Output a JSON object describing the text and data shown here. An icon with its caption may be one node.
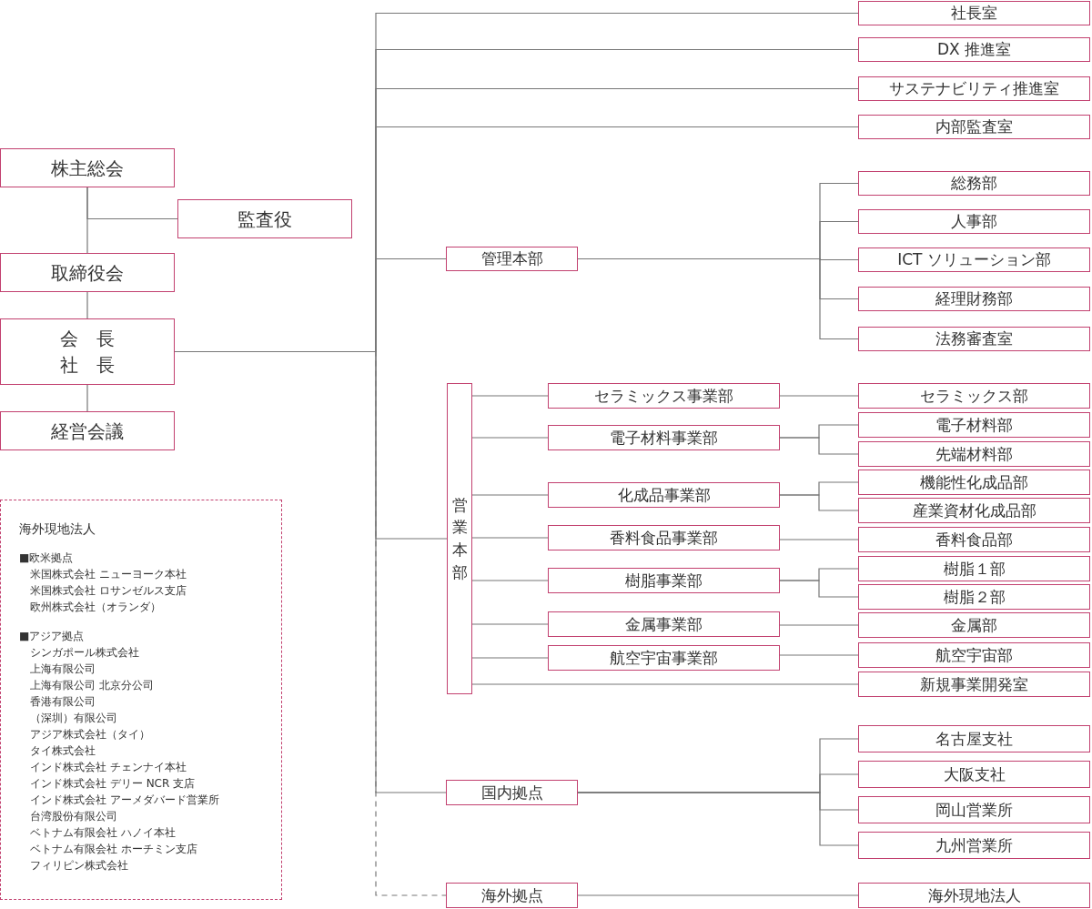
{
  "diagram": {
    "nodes": [
      {
        "text": [
          "株主総会"
        ]
      },
      {
        "text": [
          "監査役"
        ]
      },
      {
        "text": [
          "取締役会"
        ]
      },
      {
        "text": [
          "会　長",
          "社　長"
        ]
      },
      {
        "text": [
          "経営会議"
        ]
      },
      {
        "text": [
          "社長室"
        ]
      },
      {
        "text": [
          "DX 推進室"
        ]
      },
      {
        "text": [
          "サステナビリティ推進室"
        ]
      },
      {
        "text": [
          "内部監査室"
        ]
      },
      {
        "text": [
          "管理本部"
        ]
      },
      {
        "text": [
          "総務部"
        ]
      },
      {
        "text": [
          "人事部"
        ]
      },
      {
        "text": [
          "ICT ソリューション部"
        ]
      },
      {
        "text": [
          "経理財務部"
        ]
      },
      {
        "text": [
          "法務審査室"
        ]
      },
      {
        "text": [
          "営業本部"
        ]
      },
      {
        "text": [
          "セラミックス事業部"
        ]
      },
      {
        "text": [
          "電子材料事業部"
        ]
      },
      {
        "text": [
          "化成品事業部"
        ]
      },
      {
        "text": [
          "香料食品事業部"
        ]
      },
      {
        "text": [
          "樹脂事業部"
        ]
      },
      {
        "text": [
          "金属事業部"
        ]
      },
      {
        "text": [
          "航空宇宙事業部"
        ]
      },
      {
        "text": [
          "セラミックス部"
        ]
      },
      {
        "text": [
          "電子材料部"
        ]
      },
      {
        "text": [
          "先端材料部"
        ]
      },
      {
        "text": [
          "機能性化成品部"
        ]
      },
      {
        "text": [
          "産業資材化成品部"
        ]
      },
      {
        "text": [
          "香料食品部"
        ]
      },
      {
        "text": [
          "樹脂１部"
        ]
      },
      {
        "text": [
          "樹脂２部"
        ]
      },
      {
        "text": [
          "金属部"
        ]
      },
      {
        "text": [
          "航空宇宙部"
        ]
      },
      {
        "text": [
          "新規事業開発室"
        ]
      },
      {
        "text": [
          "国内拠点"
        ]
      },
      {
        "text": [
          "名古屋支社"
        ]
      },
      {
        "text": [
          "大阪支社"
        ]
      },
      {
        "text": [
          "岡山営業所"
        ]
      },
      {
        "text": [
          "九州営業所"
        ]
      },
      {
        "text": [
          "海外拠点"
        ]
      },
      {
        "text": [
          "海外現地法人"
        ]
      },
      {
        "text": [
          "海外現地法人",
          "■欧米拠点",
          "米国株式会社 ニューヨーク本社",
          "米国株式会社 ロサンゼルス支店",
          "欧州株式会社（オランダ）",
          "■アジア拠点",
          "シンガポール株式会社",
          "上海有限公司",
          "上海有限公司 北京分公司",
          "香港有限公司",
          "（深圳）有限公司",
          "アジア株式会社（タイ）",
          "タイ株式会社",
          "インド株式会社 チェンナイ本社",
          "インド株式会社 デリー NCR 支店",
          "インド株式会社 アーメダバード営業所",
          "台湾股份有限公司",
          "ベトナム有限会社 ハノイ本社",
          "ベトナム有限会社 ホーチミン支店",
          "フィリピン株式会社"
        ]
      }
    ],
    "edges": [
      {
        "from": 0,
        "to": 2,
        "arrow": "none"
      },
      {
        "from": 0,
        "to": 1,
        "arrow": "none"
      },
      {
        "from": 2,
        "to": 3,
        "arrow": "none"
      },
      {
        "from": 3,
        "to": 4,
        "arrow": "none"
      },
      {
        "from": 3,
        "to": 5,
        "arrow": "none"
      },
      {
        "from": 3,
        "to": 6,
        "arrow": "none"
      },
      {
        "from": 3,
        "to": 7,
        "arrow": "none"
      },
      {
        "from": 3,
        "to": 8,
        "arrow": "none"
      },
      {
        "from": 3,
        "to": 9,
        "arrow": "none"
      },
      {
        "from": 3,
        "to": 15,
        "arrow": "none"
      },
      {
        "from": 3,
        "to": 34,
        "arrow": "none"
      },
      {
        "from": 3,
        "to": 39,
        "arrow": "none",
        "style": "dashed"
      },
      {
        "from": 9,
        "to": 10,
        "arrow": "none"
      },
      {
        "from": 9,
        "to": 11,
        "arrow": "none"
      },
      {
        "from": 9,
        "to": 12,
        "arrow": "none"
      },
      {
        "from": 9,
        "to": 13,
        "arrow": "none"
      },
      {
        "from": 9,
        "to": 14,
        "arrow": "none"
      },
      {
        "from": 15,
        "to": 16,
        "arrow": "none"
      },
      {
        "from": 15,
        "to": 17,
        "arrow": "none"
      },
      {
        "from": 15,
        "to": 18,
        "arrow": "none"
      },
      {
        "from": 15,
        "to": 19,
        "arrow": "none"
      },
      {
        "from": 15,
        "to": 20,
        "arrow": "none"
      },
      {
        "from": 15,
        "to": 21,
        "arrow": "none"
      },
      {
        "from": 15,
        "to": 22,
        "arrow": "none"
      },
      {
        "from": 15,
        "to": 33,
        "arrow": "none"
      },
      {
        "from": 16,
        "to": 23,
        "arrow": "none"
      },
      {
        "from": 17,
        "to": 24,
        "arrow": "none"
      },
      {
        "from": 17,
        "to": 25,
        "arrow": "none"
      },
      {
        "from": 18,
        "to": 26,
        "arrow": "none"
      },
      {
        "from": 18,
        "to": 27,
        "arrow": "none"
      },
      {
        "from": 19,
        "to": 28,
        "arrow": "none"
      },
      {
        "from": 20,
        "to": 29,
        "arrow": "none"
      },
      {
        "from": 20,
        "to": 30,
        "arrow": "none"
      },
      {
        "from": 21,
        "to": 31,
        "arrow": "none"
      },
      {
        "from": 22,
        "to": 32,
        "arrow": "none"
      },
      {
        "from": 34,
        "to": 35,
        "arrow": "none"
      },
      {
        "from": 34,
        "to": 36,
        "arrow": "none"
      },
      {
        "from": 34,
        "to": 37,
        "arrow": "none"
      },
      {
        "from": 34,
        "to": 38,
        "arrow": "none"
      },
      {
        "from": 39,
        "to": 40,
        "arrow": "none"
      }
    ]
  }
}
